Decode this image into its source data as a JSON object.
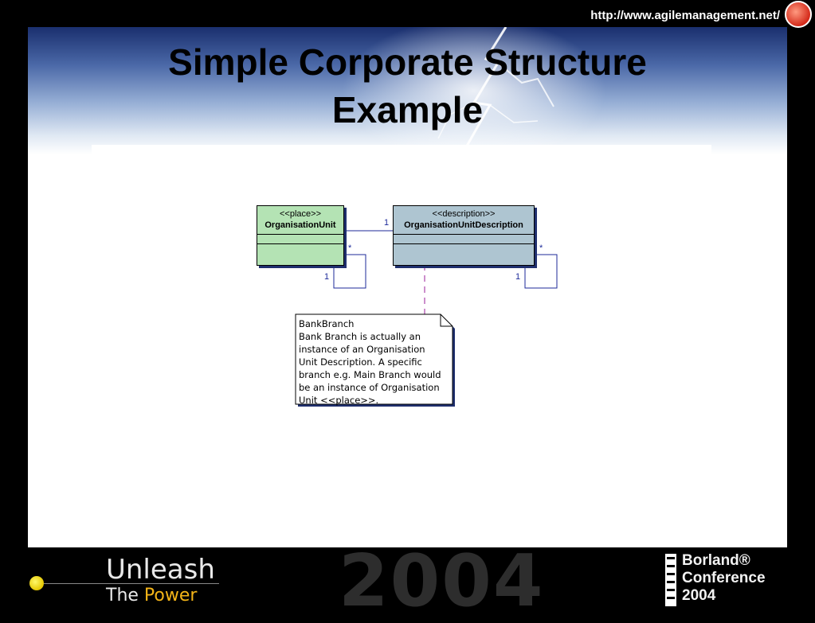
{
  "header": {
    "url": "http://www.agilemanagement.net/"
  },
  "slide": {
    "title": "Simple Corporate Structure\nExample"
  },
  "diagram": {
    "place_box": {
      "stereotype": "<<place>>",
      "name": "OrganisationUnit",
      "fill": "#b4e3b4"
    },
    "description_box": {
      "stereotype": "<<description>>",
      "name": "OrganisationUnitDescription",
      "fill": "#aec5d1"
    },
    "association": {
      "multiplicity_near_description": "1"
    },
    "place_self_assoc": {
      "many": "*",
      "one": "1"
    },
    "description_self_assoc": {
      "many": "*",
      "one": "1"
    },
    "note": {
      "text": "BankBranch\nBank Branch is actually an\ninstance of an Organisation\nUnit Description. A specific\nbranch e.g. Main Branch would\nbe an instance of Organisation\nUnit <<place>>."
    }
  },
  "footer": {
    "tagline_1": "Unleash",
    "tagline_the": "The",
    "tagline_power": "Power",
    "year": "2004",
    "conference": "Borland®\nConference\n2004",
    "accent_color": "#f3b418"
  }
}
